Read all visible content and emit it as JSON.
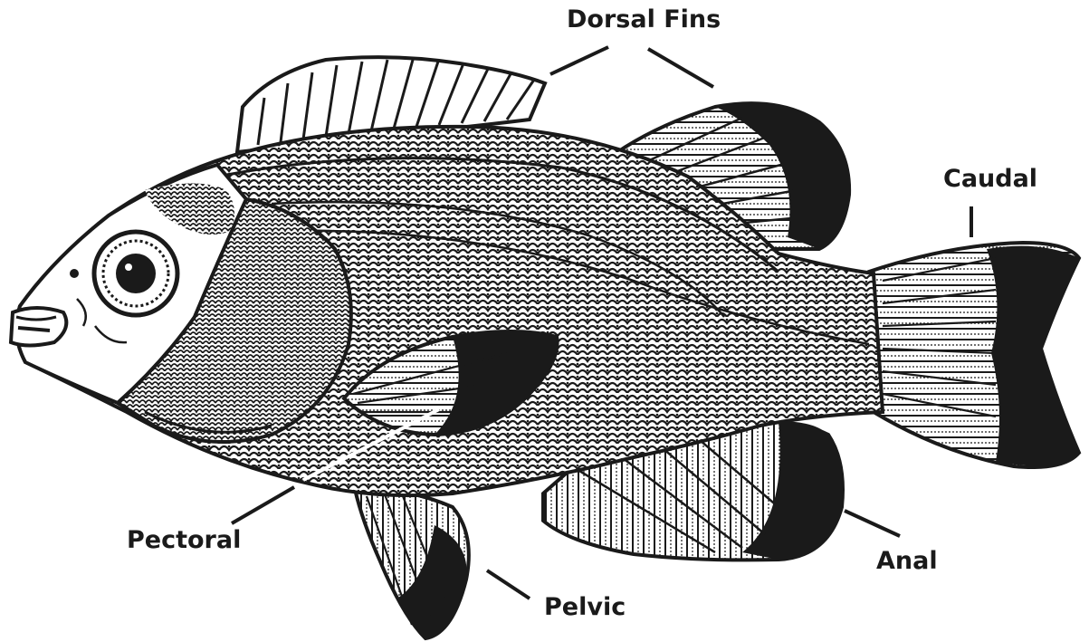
{
  "labels": {
    "dorsal_fins": "Dorsal Fins",
    "caudal": "Caudal",
    "pectoral": "Pectoral",
    "pelvic": "Pelvic",
    "anal": "Anal"
  },
  "colors": {
    "ink": "#1a1a1a",
    "background": "#ffffff"
  }
}
